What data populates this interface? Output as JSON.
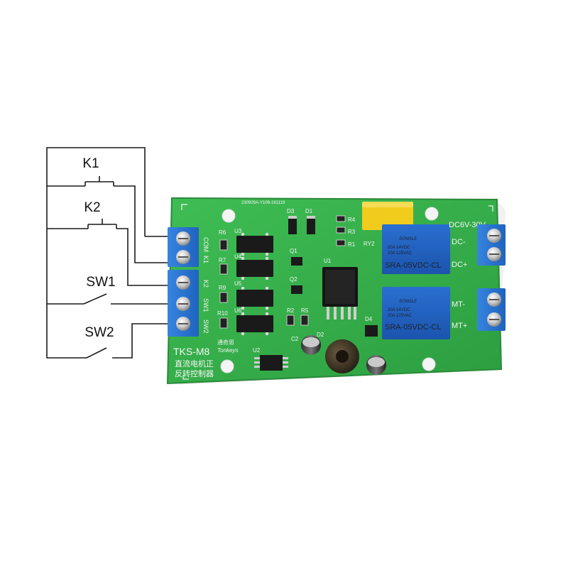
{
  "diagram": {
    "switch_labels": {
      "k1": "K1",
      "k2": "K2",
      "sw1": "SW1",
      "sw2": "SW2"
    }
  },
  "board": {
    "model": "TKS-M8",
    "description_line1": "直流电机正",
    "description_line2": "反转控制器",
    "brand_cn": "通奇思",
    "brand_en": "Tonkeys",
    "serial": "230929A-Y106-161119",
    "voltage": "DC6V-30V",
    "input_terminals": [
      "COM",
      "K1",
      "K2",
      "SW1",
      "SW2"
    ],
    "power_terminals": [
      "DC-",
      "DC+"
    ],
    "motor_terminals": [
      "MT-",
      "MT+"
    ],
    "relay": {
      "brand": "SONGLE",
      "rating1": "20A 14VDC",
      "rating2": "20A 125VAC",
      "model": "SRA-05VDC-CL"
    },
    "designators": {
      "r6": "R6",
      "r7": "R7",
      "r9": "R9",
      "r10": "R10",
      "u3": "U3",
      "u4": "U4",
      "u5": "U5",
      "u6": "U6",
      "u1": "U1",
      "u2": "U2",
      "q1": "Q1",
      "q2": "Q2",
      "d1": "D1",
      "d2": "D2",
      "d3": "D3",
      "d4": "D4",
      "r1": "R1",
      "r2": "R2",
      "r3": "R3",
      "r4": "R4",
      "r5": "R5",
      "ry2": "RY2",
      "c2": "C2"
    }
  },
  "colors": {
    "pcb_green": "#35b24a",
    "terminal_blue": "#2a74cf",
    "relay_blue": "#1f5fc0",
    "capacitor_yellow": "#f2cc1d",
    "silkscreen": "#f4f4f4"
  }
}
